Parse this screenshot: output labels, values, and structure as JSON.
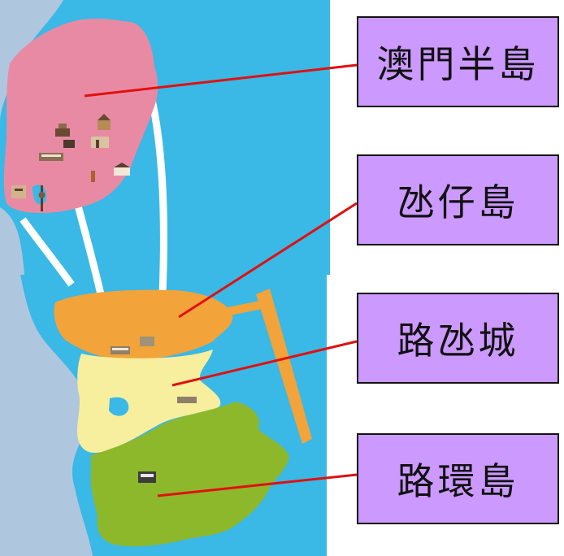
{
  "colors": {
    "sea": "#3ab8e6",
    "land": "#aec7df",
    "macau_peninsula": "#e98aa4",
    "taipa": "#f2a33a",
    "cotai": "#f7ee9e",
    "coloane": "#8db82c",
    "bridge": "#ffffff",
    "connector": "#e01010",
    "label_fill": "#cc99ff",
    "label_border": "#111111"
  },
  "icons": [
    "landmark-icon",
    "temple-icon",
    "tower-icon",
    "building-icon"
  ],
  "labels": [
    {
      "id": "macau-peninsula",
      "text": "澳門半島"
    },
    {
      "id": "taipa",
      "text": "氹仔島"
    },
    {
      "id": "cotai",
      "text": "路氹城"
    },
    {
      "id": "coloane",
      "text": "路環島"
    }
  ]
}
